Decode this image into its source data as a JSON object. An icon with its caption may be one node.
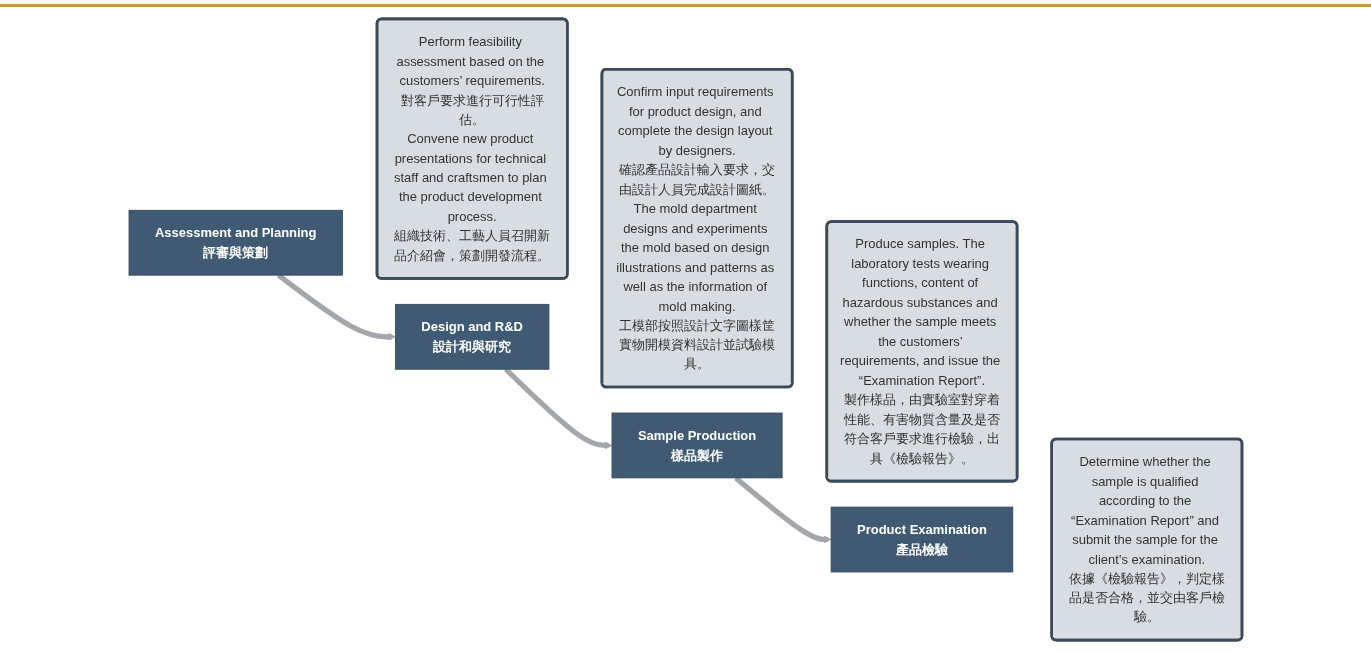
{
  "diagram": {
    "nodes": [
      {
        "text": [
          "Assessment and Planning",
          "評審與策劃"
        ]
      },
      {
        "text": [
          "Perform feasibility assessment based on the customers’ requirements.",
          "對客戶要求進行可行性評估。",
          "Convene new product presentations for technical staff and craftsmen to plan the product development process.",
          "組織技術、工藝人員召開新品介紹會，策劃開發流程。"
        ]
      },
      {
        "text": [
          "Design and R&D",
          "設計和與研究"
        ]
      },
      {
        "text": [
          "Confirm input requirements for product design, and complete the design layout by designers.",
          "確認產品設計輸入要求，交由設計人員完成設計圖紙。",
          "The mold department designs and experiments the mold based on design illustrations and patterns as well as the information of mold making.",
          "工模部按照設計文字圖樣筐實物開模資料設計並試驗模具。"
        ]
      },
      {
        "text": [
          "Sample Production",
          "樣品製作"
        ]
      },
      {
        "text": [
          "Produce samples. The laboratory tests wearing functions, content of hazardous substances and whether the sample meets the customers’ requirements, and issue the “Examination Report”.",
          "製作樣品，由實驗室對穿着性能、有害物質含量及是否符合客戶要求進行檢驗，出具《檢驗報告》。"
        ]
      },
      {
        "text": [
          "Product Examination",
          "產品檢驗"
        ]
      },
      {
        "text": [
          "Determine whether the sample is qualified according to the “Examination Report” and submit the sample for the client’s examination.",
          "依據《檢驗報告》，判定樣品是否合格，並交由客戶檢驗。"
        ]
      }
    ],
    "edges": [
      {
        "from": 0,
        "to": 2,
        "arrow": "to"
      },
      {
        "from": 2,
        "to": 4,
        "arrow": "to"
      },
      {
        "from": 4,
        "to": 6,
        "arrow": "to"
      }
    ]
  }
}
